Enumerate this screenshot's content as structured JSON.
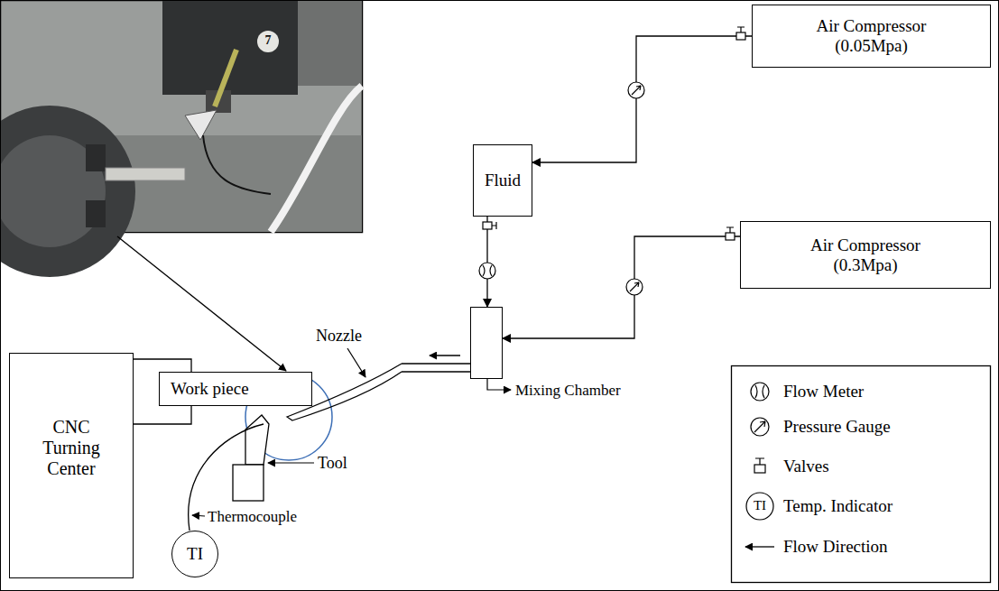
{
  "diagram": {
    "nodes": [
      {
        "text": [
          "Air Compressor (0.05Mpa)"
        ]
      },
      {
        "text": [
          "Fluid"
        ]
      },
      {
        "text": [
          "Air Compressor (0.3Mpa)"
        ]
      },
      {
        "text": [
          "CNC Turning Center"
        ]
      },
      {
        "text": [
          "Work piece"
        ]
      },
      {
        "text": [
          "Mixing Chamber"
        ]
      },
      {
        "text": [
          "TI"
        ]
      }
    ],
    "edges": [
      {
        "from": 0,
        "to": 1,
        "arrow": "to"
      },
      {
        "from": 1,
        "to": 5,
        "arrow": "to"
      },
      {
        "from": 2,
        "to": 5,
        "arrow": "to"
      },
      {
        "from": 3,
        "to": 4,
        "arrow": "none"
      },
      {
        "from": 3,
        "to": 4,
        "arrow": "none"
      }
    ],
    "labels": [
      "7",
      "Nozzle",
      "Tool",
      "Thermocouple",
      "TI"
    ],
    "legend": [
      {
        "text": "Flow Meter"
      },
      {
        "text": "Pressure Gauge"
      },
      {
        "text": "Valves"
      },
      {
        "text": "Temp. Indicator"
      },
      {
        "text": "Flow Direction"
      }
    ]
  }
}
